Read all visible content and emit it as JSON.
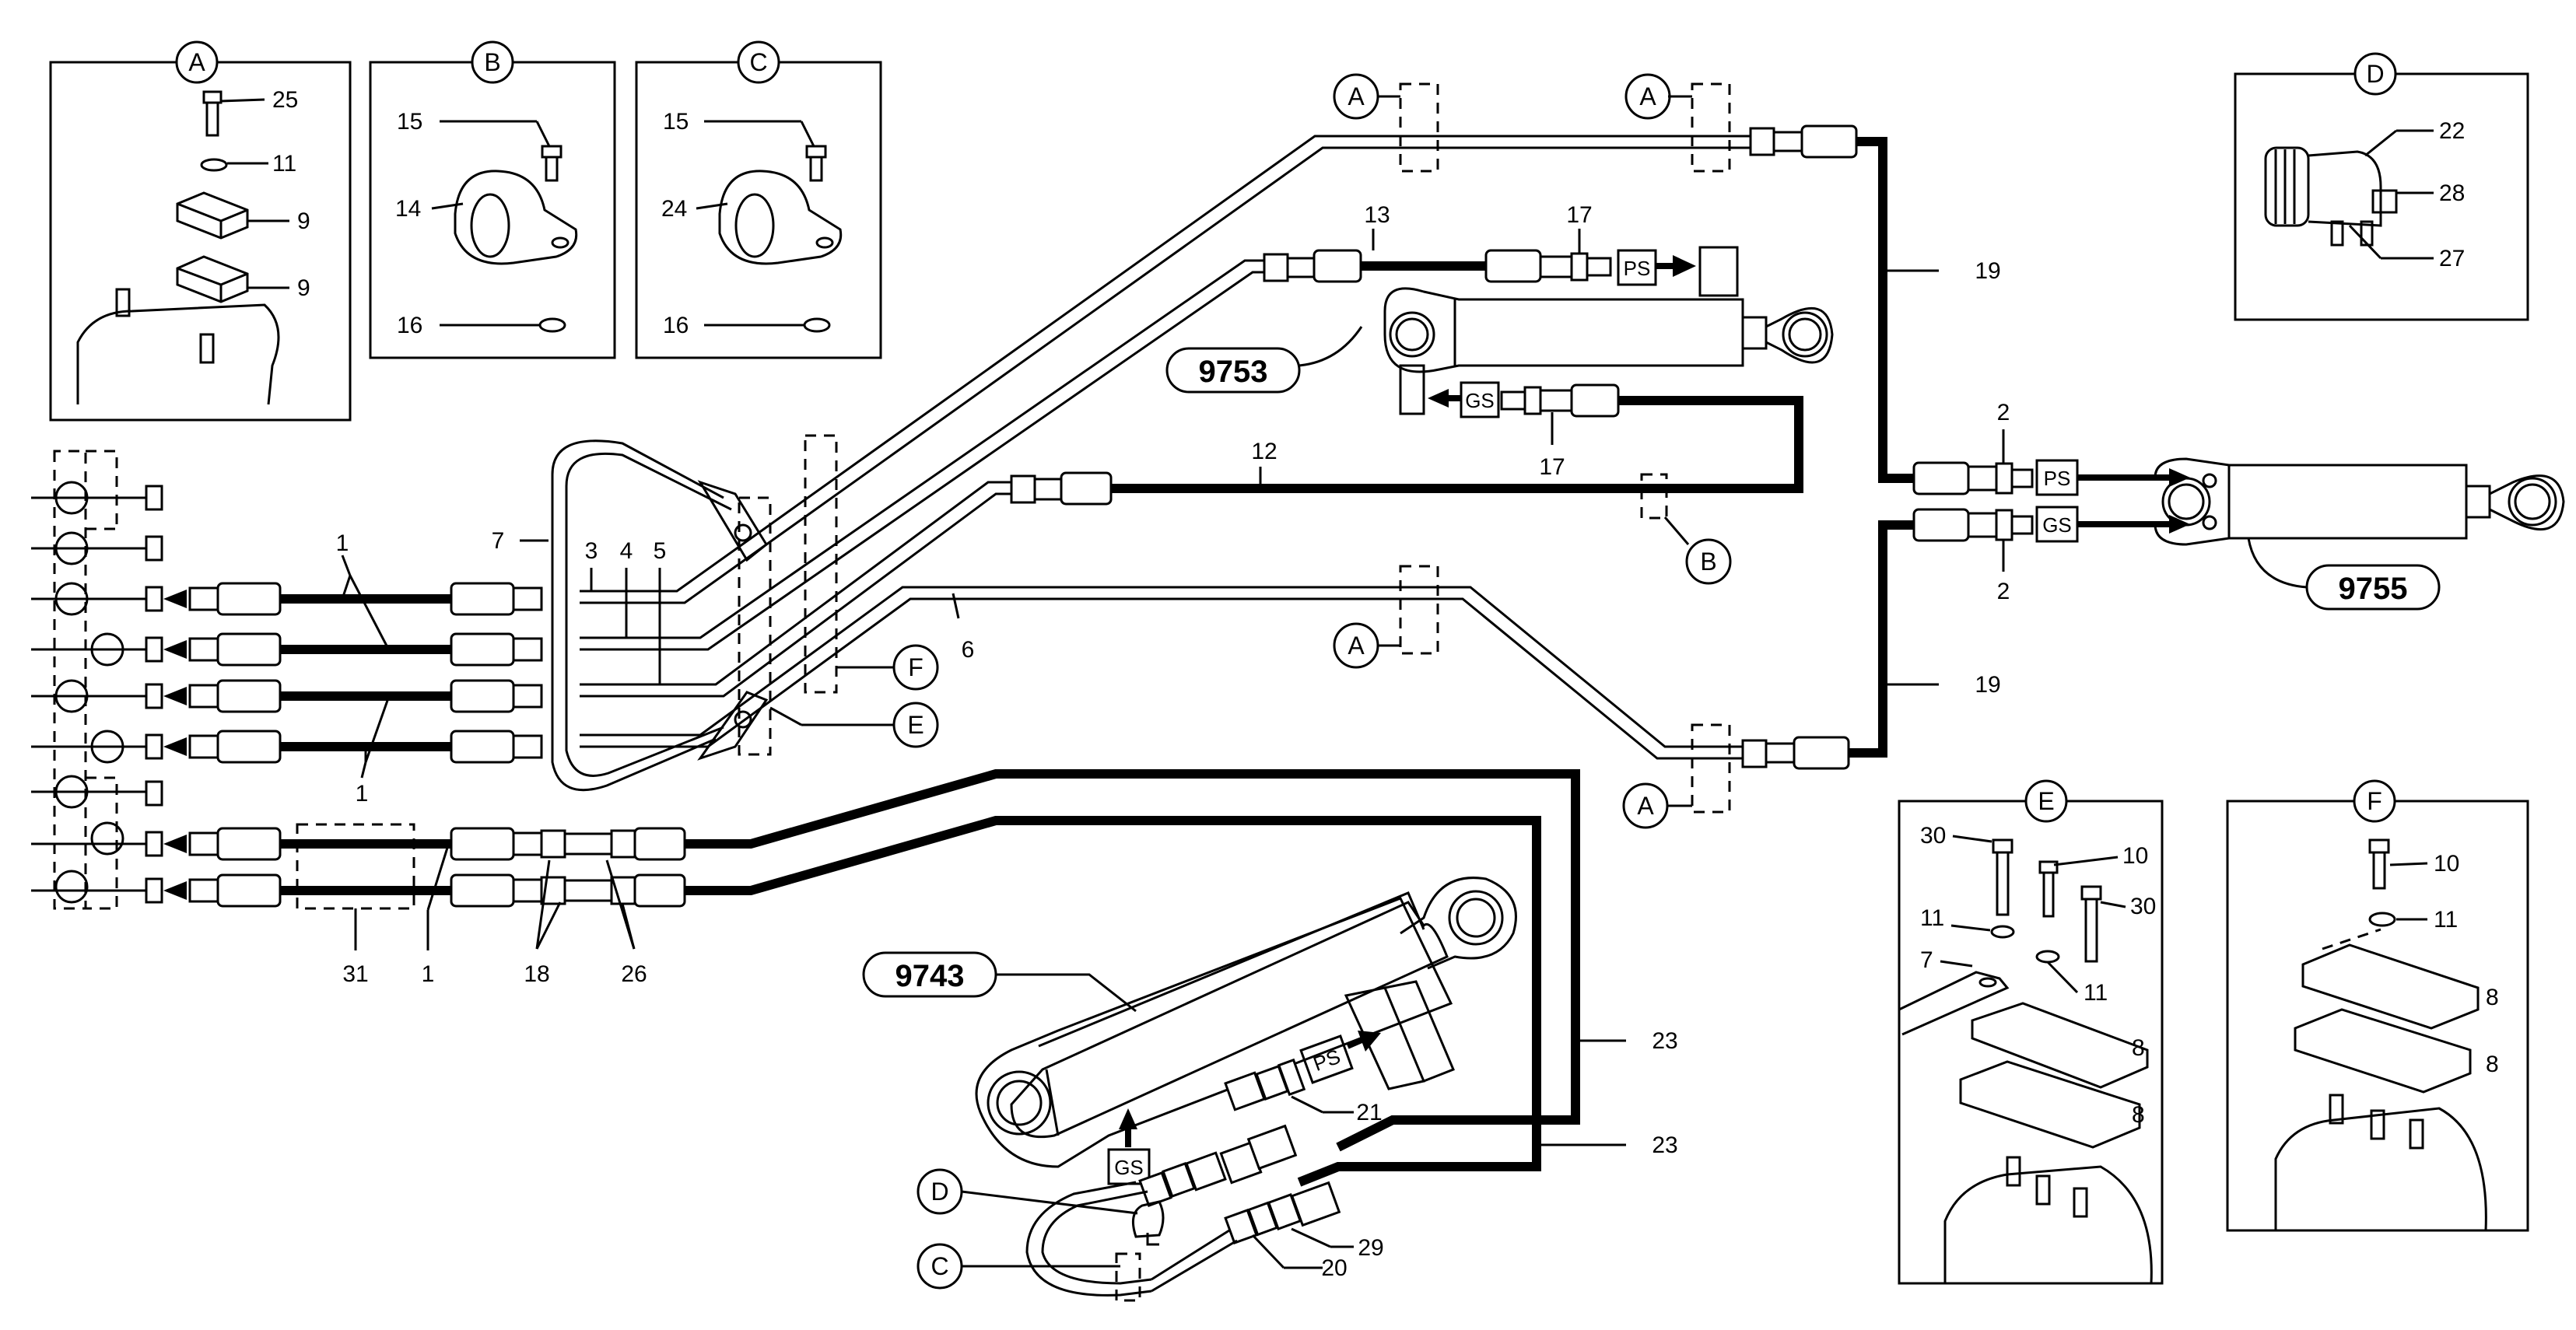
{
  "detail_panels": [
    {
      "letter": "A",
      "numbers": [
        "25",
        "11",
        "9",
        "9"
      ]
    },
    {
      "letter": "B",
      "numbers": [
        "15",
        "14",
        "16"
      ]
    },
    {
      "letter": "C",
      "numbers": [
        "15",
        "24",
        "16"
      ]
    },
    {
      "letter": "D",
      "numbers": [
        "22",
        "28",
        "27"
      ]
    },
    {
      "letter": "E",
      "numbers": [
        "30",
        "10",
        "11",
        "30",
        "7",
        "11",
        "8",
        "8"
      ]
    },
    {
      "letter": "F",
      "numbers": [
        "10",
        "11",
        "8",
        "8"
      ]
    }
  ],
  "assembly_ids": {
    "cyl_top": "9753",
    "cyl_right": "9755",
    "cyl_bottom": "9743"
  },
  "valve_labels": {
    "pressure": "PS",
    "gauge": "GS"
  },
  "circle_refs": [
    "A",
    "A",
    "A",
    "A",
    "B",
    "F",
    "E",
    "D",
    "C"
  ],
  "part_numbers": {
    "n13": "13",
    "n17a": "17",
    "n17b": "17",
    "n12": "12",
    "n19a": "19",
    "n19b": "19",
    "n2a": "2",
    "n2b": "2",
    "n7": "7",
    "n3": "3",
    "n4": "4",
    "n5": "5",
    "n6": "6",
    "n1a": "1",
    "n1b": "1",
    "n1c": "1",
    "n31": "31",
    "n18": "18",
    "n26": "26",
    "n23a": "23",
    "n23b": "23",
    "n21": "21",
    "n29": "29",
    "n20": "20"
  }
}
